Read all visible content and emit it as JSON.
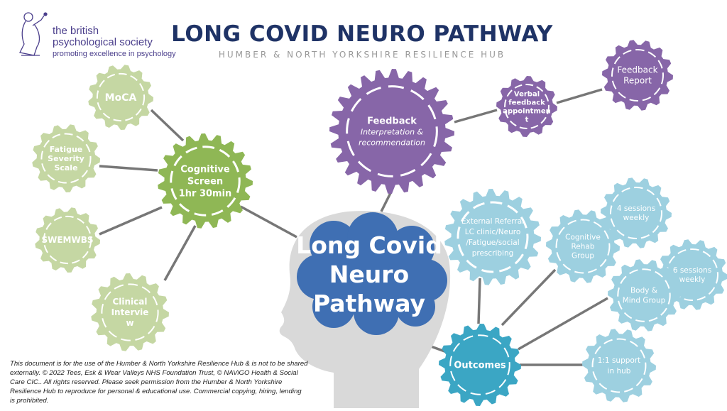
{
  "header": {
    "logo_lines": [
      "the british",
      "psychological society",
      "promoting excellence in psychology"
    ],
    "title": "LONG COVID NEURO PATHWAY",
    "subtitle": "HUMBER & NORTH YORKSHIRE RESILIENCE HUB"
  },
  "center": {
    "lines": [
      "Long Covid",
      "Neuro",
      "Pathway"
    ]
  },
  "nodes": {
    "moca": {
      "lines": [
        "MoCA"
      ],
      "color": "#c5d7a3"
    },
    "fatigue": {
      "lines": [
        "Fatigue",
        "Severity",
        "Scale"
      ],
      "color": "#c5d7a3"
    },
    "swemwbs": {
      "lines": [
        "SWEMWBS"
      ],
      "color": "#c5d7a3"
    },
    "clinical": {
      "lines": [
        "Clinical",
        "Intervie",
        "w"
      ],
      "color": "#c5d7a3"
    },
    "cognitive_screen": {
      "lines": [
        "Cognitive",
        "Screen",
        "1hr 30min"
      ],
      "color": "#8fb755"
    },
    "feedback": {
      "lines": [
        "Feedback",
        "Interpretation &",
        "recommendation"
      ],
      "color": "#8766a8"
    },
    "verbal": {
      "lines": [
        "Verbal",
        "feedback",
        "appointmen",
        "t"
      ],
      "color": "#8766a8"
    },
    "feedback_report": {
      "lines": [
        "Feedback",
        "Report"
      ],
      "color": "#8766a8"
    },
    "external_referral": {
      "lines": [
        "External Referral",
        "LC clinic/Neuro",
        "/Fatigue/social",
        "prescribing"
      ],
      "color": "#9dd0e0"
    },
    "cognitive_rehab": {
      "lines": [
        "Cognitive",
        "Rehab",
        "Group"
      ],
      "color": "#9dd0e0"
    },
    "sessions_4": {
      "lines": [
        "4 sessions",
        "weekly"
      ],
      "color": "#9dd0e0"
    },
    "sessions_6": {
      "lines": [
        "6 sessions",
        "weekly"
      ],
      "color": "#9dd0e0"
    },
    "body_mind": {
      "lines": [
        "Body &",
        "Mind Group"
      ],
      "color": "#9dd0e0"
    },
    "support_1to1": {
      "lines": [
        "1:1 support",
        "in hub"
      ],
      "color": "#9dd0e0"
    },
    "outcomes": {
      "lines": [
        "Outcomes"
      ],
      "color": "#3ba6c4"
    }
  },
  "footer": {
    "disclaimer": "This document is for the use of the Humber & North Yorkshire Resilience Hub & is not to be shared externally. © 2022 Tees, Esk & Wear Valleys NHS Foundation Trust, © NAViGO Health & Social Care CIC.. All rights reserved. Please seek permission from the Humber & North Yorkshire Resilience Hub to reproduce for personal & educational use. Commercial copying, hiring, lending is prohibited."
  },
  "colors": {
    "connector": "#777777",
    "brain": "#3f6fb3",
    "head": "#d9d9d9",
    "title": "#1f3366",
    "logo": "#4b3f8c"
  }
}
